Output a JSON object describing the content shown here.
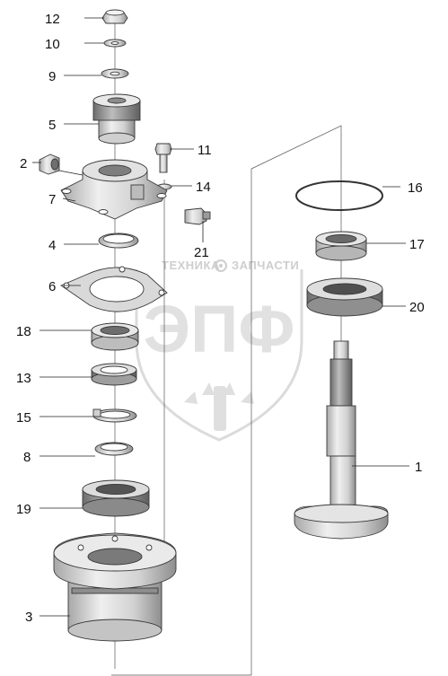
{
  "watermark": {
    "company_text": "ТЕХНИКА",
    "company_text_2": "ЗАПЧАСТИ",
    "logo_letters": "ЭПФ",
    "icon": "gear-icon"
  },
  "callouts": [
    {
      "id": "c12",
      "label": "12"
    },
    {
      "id": "c10",
      "label": "10"
    },
    {
      "id": "c9",
      "label": "9"
    },
    {
      "id": "c5",
      "label": "5"
    },
    {
      "id": "c2",
      "label": "2"
    },
    {
      "id": "c7",
      "label": "7"
    },
    {
      "id": "c4",
      "label": "4"
    },
    {
      "id": "c6",
      "label": "6"
    },
    {
      "id": "c18",
      "label": "18"
    },
    {
      "id": "c13",
      "label": "13"
    },
    {
      "id": "c15",
      "label": "15"
    },
    {
      "id": "c8",
      "label": "8"
    },
    {
      "id": "c19",
      "label": "19"
    },
    {
      "id": "c3",
      "label": "3"
    },
    {
      "id": "c11",
      "label": "11"
    },
    {
      "id": "c14",
      "label": "14"
    },
    {
      "id": "c21",
      "label": "21"
    },
    {
      "id": "c16",
      "label": "16"
    },
    {
      "id": "c17",
      "label": "17"
    },
    {
      "id": "c20",
      "label": "20"
    },
    {
      "id": "c1",
      "label": "1"
    }
  ],
  "colors": {
    "part_fill": "#e6e6e6",
    "part_dark": "#9a9a9a",
    "watermark": "#d4d4d4"
  }
}
